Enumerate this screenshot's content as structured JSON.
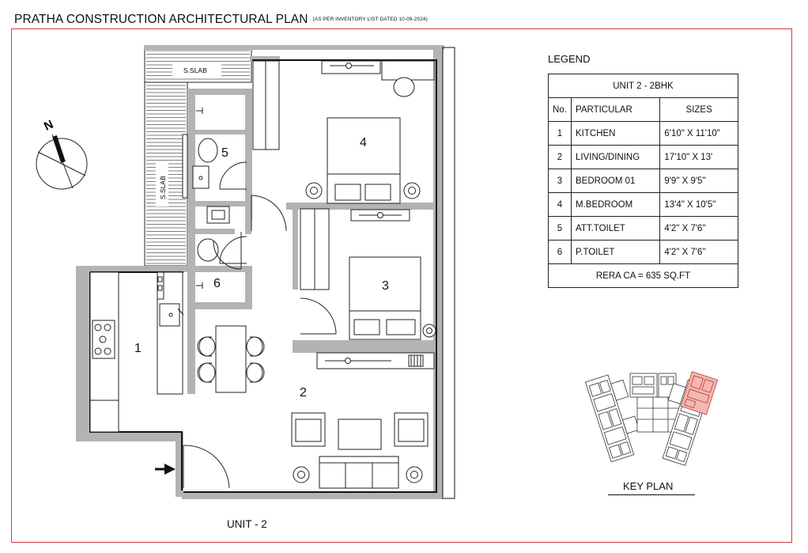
{
  "header": {
    "title": "PRATHA CONSTRUCTION ARCHITECTURAL PLAN",
    "subtitle": "(AS PER INVENTORY LIST DATED 10-09-2024)"
  },
  "plan": {
    "north": "N",
    "slab_top": "S.SLAB",
    "slab_side": "S.SLAB",
    "rooms": [
      "1",
      "2",
      "3",
      "4",
      "5",
      "6"
    ],
    "unit_label": "UNIT - 2"
  },
  "legend": {
    "heading": "LEGEND",
    "unit": "UNIT 2 - 2BHK",
    "col_no": "No.",
    "col_particular": "PARTICULAR",
    "col_sizes": "SIZES",
    "rows": [
      {
        "no": "1",
        "particular": "KITCHEN",
        "size": "6'10\" X 11'10\""
      },
      {
        "no": "2",
        "particular": "LIVING/DINING",
        "size": "17'10\" X 13'"
      },
      {
        "no": "3",
        "particular": "BEDROOM 01",
        "size": "9'9\" X 9'5\""
      },
      {
        "no": "4",
        "particular": "M.BEDROOM",
        "size": "13'4\" X 10'5\""
      },
      {
        "no": "5",
        "particular": "ATT.TOILET",
        "size": "4'2\" X 7'6\""
      },
      {
        "no": "6",
        "particular": "P.TOILET",
        "size": "4'2\" X 7'6\""
      }
    ],
    "footer": "RERA CA = 635 SQ.FT"
  },
  "key_plan": {
    "label": "KEY PLAN",
    "highlight_color": "#d9534f"
  },
  "colors": {
    "frame": "#d23a3a",
    "wall": "#b3b3b3",
    "line": "#111111"
  }
}
